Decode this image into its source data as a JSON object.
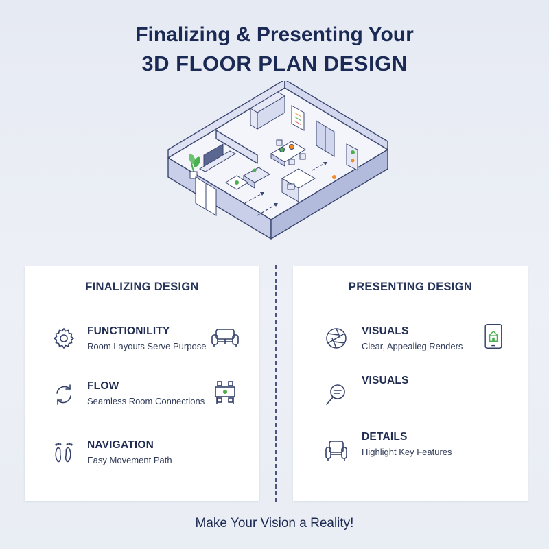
{
  "header": {
    "title_line1": "Finalizing & Presenting Your",
    "title_line2": "3D FLOOR PLAN DESIGN"
  },
  "illustration": {
    "icon": "isometric-floor-plan-illustration"
  },
  "left_panel": {
    "title": "FINALIZING DESIGN",
    "items": [
      {
        "heading": "FUNCTIONILITY",
        "subtitle": "Room Layouts Serve Purpose",
        "icon": "gear-icon",
        "side_icon": "sofa-icon"
      },
      {
        "heading": "FLOW",
        "subtitle": "Seamless Room Connections",
        "icon": "refresh-arrows-icon",
        "side_icon": "dining-table-icon"
      },
      {
        "heading": "NAVIGATION",
        "subtitle": "Easy Movement Path",
        "icon": "footprints-icon"
      }
    ]
  },
  "right_panel": {
    "title": "PRESENTING DESIGN",
    "items": [
      {
        "heading": "VISUALS",
        "subtitle": "Clear, Appealieg Renders",
        "icon": "camera-aperture-icon",
        "side_icon": "tablet-house-icon"
      },
      {
        "heading": "VISUALS",
        "subtitle": "",
        "icon": "magnifier-icon"
      },
      {
        "heading": "DETAILS",
        "subtitle": "Highlight Key Features",
        "icon": "armchair-icon"
      }
    ]
  },
  "footer": {
    "tagline": "Make Your Vision a Reality!"
  },
  "colors": {
    "navy": "#1b2a55",
    "accent_green": "#4caf50",
    "accent_orange": "#f28c28",
    "wall": "#c9cfe8"
  }
}
